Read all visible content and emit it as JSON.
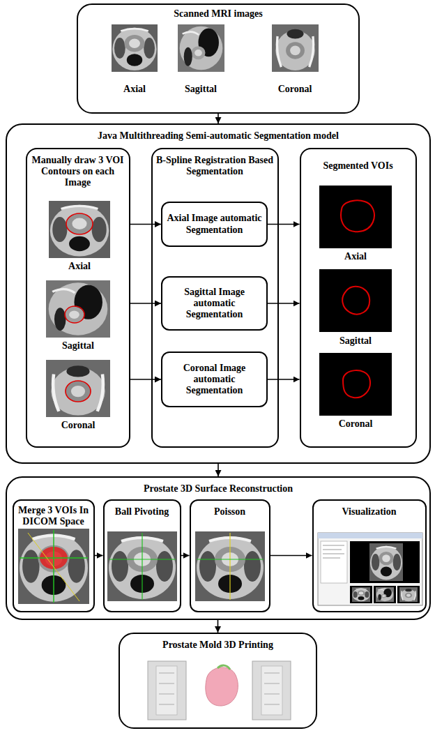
{
  "diagram": {
    "nodes": [
      {
        "text": [
          "Scanned MRI images"
        ]
      },
      {
        "text": [
          "Java Multithreading Semi-automatic Segmentation model"
        ]
      },
      {
        "text": [
          "Manually draw 3 VOI Contours on each Image"
        ],
        "in": 1
      },
      {
        "text": [
          "B-Spline Registration Based Segmentation"
        ],
        "in": 1
      },
      {
        "text": [
          "Segmented VOIs"
        ],
        "in": 1
      },
      {
        "text": [
          "Axial Image automatic Segmentation"
        ],
        "in": 3
      },
      {
        "text": [
          "Sagittal Image automatic Segmentation"
        ],
        "in": 3
      },
      {
        "text": [
          "Coronal Image automatic Segmentation"
        ],
        "in": 3
      },
      {
        "text": [
          "Prostate 3D Surface Reconstruction"
        ]
      },
      {
        "text": [
          "Merge 3 VOIs In DICOM Space"
        ],
        "in": 8
      },
      {
        "text": [
          "Ball Pivoting"
        ],
        "in": 8
      },
      {
        "text": [
          "Poisson"
        ],
        "in": 8
      },
      {
        "text": [
          "Visualization"
        ],
        "in": 8
      },
      {
        "text": [
          "Prostate Mold 3D Printing"
        ]
      }
    ],
    "edges": [
      {
        "from": 0,
        "to": 1,
        "arrow": "to"
      },
      {
        "from": 2,
        "to": 5,
        "arrow": "to"
      },
      {
        "from": 2,
        "to": 6,
        "arrow": "to"
      },
      {
        "from": 2,
        "to": 7,
        "arrow": "to"
      },
      {
        "from": 5,
        "to": 4,
        "arrow": "to"
      },
      {
        "from": 6,
        "to": 4,
        "arrow": "to"
      },
      {
        "from": 7,
        "to": 4,
        "arrow": "to"
      },
      {
        "from": 1,
        "to": 8,
        "arrow": "to"
      },
      {
        "from": 9,
        "to": 10,
        "arrow": "to"
      },
      {
        "from": 10,
        "to": 11,
        "arrow": "to"
      },
      {
        "from": 11,
        "to": 12,
        "arrow": "to"
      },
      {
        "from": 8,
        "to": 13,
        "arrow": "to"
      }
    ],
    "labels": [
      "Axial",
      "Sagittal",
      "Coronal",
      "Axial",
      "Sagittal",
      "Coronal",
      "Axial",
      "Sagittal",
      "Coronal"
    ]
  }
}
